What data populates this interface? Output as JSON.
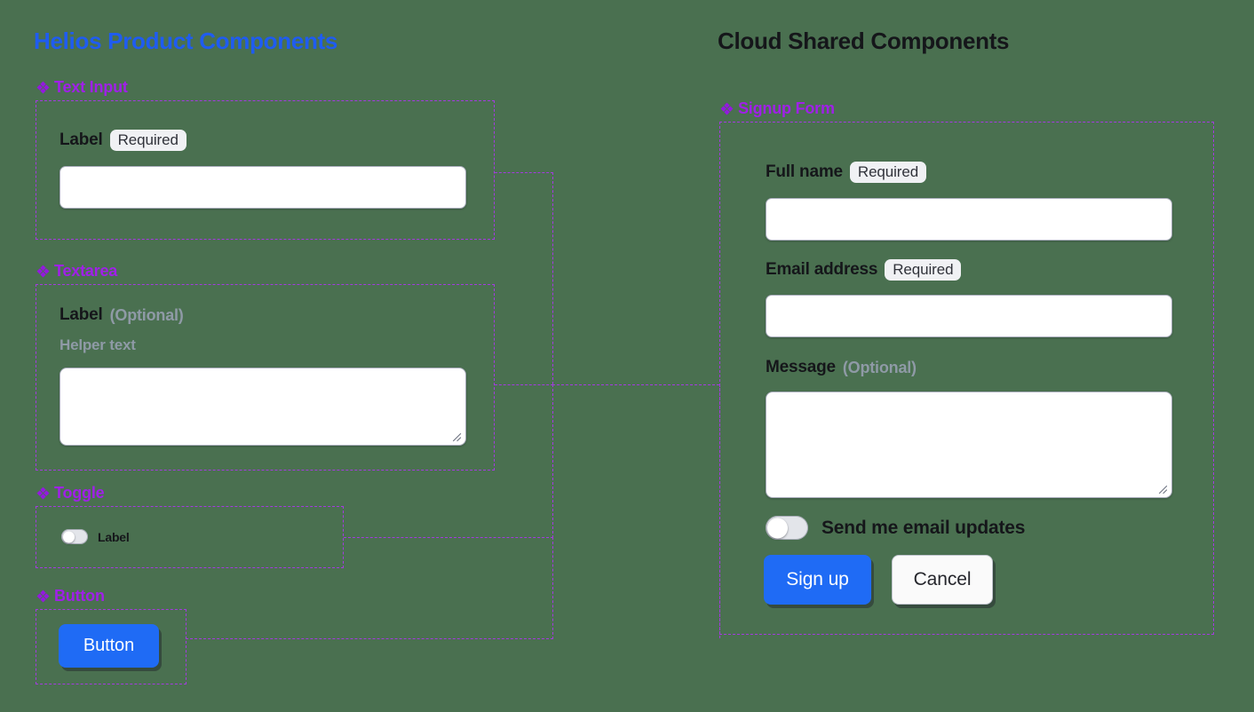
{
  "background_color": "#4a7050",
  "accent": {
    "section_purple": "#a43ae0",
    "title_blue": "#1f5cf0",
    "button_blue": "#1f6bf5",
    "muted_gray": "#8f9aa6",
    "badge_bg": "#f0f1f4"
  },
  "panels": {
    "left": {
      "title": "Helios Product Components",
      "sections": [
        {
          "label": "Text Input",
          "icon": "diamond-cluster-icon"
        },
        {
          "label": "Textarea",
          "icon": "diamond-cluster-icon"
        },
        {
          "label": "Toggle",
          "icon": "diamond-cluster-icon"
        },
        {
          "label": "Button",
          "icon": "diamond-cluster-icon"
        }
      ],
      "text_input": {
        "label": "Label",
        "badge": "Required",
        "value": "",
        "placeholder": ""
      },
      "textarea": {
        "label": "Label",
        "optional_tag": "(Optional)",
        "helper_text": "Helper text",
        "value": "",
        "placeholder": ""
      },
      "toggle": {
        "label": "Label",
        "state": "off"
      },
      "button": {
        "label": "Button"
      }
    },
    "right": {
      "title": "Cloud Shared Components",
      "sections": [
        {
          "label": "Signup Form",
          "icon": "diamond-cluster-icon"
        }
      ],
      "form": {
        "full_name": {
          "label": "Full name",
          "badge": "Required",
          "value": "",
          "placeholder": ""
        },
        "email": {
          "label": "Email address",
          "badge": "Required",
          "value": "",
          "placeholder": ""
        },
        "message": {
          "label": "Message",
          "optional_tag": "(Optional)",
          "value": "",
          "placeholder": ""
        },
        "email_updates_toggle": {
          "label": "Send me email updates",
          "state": "off"
        },
        "submit_button": {
          "label": "Sign up"
        },
        "cancel_button": {
          "label": "Cancel"
        }
      }
    }
  }
}
